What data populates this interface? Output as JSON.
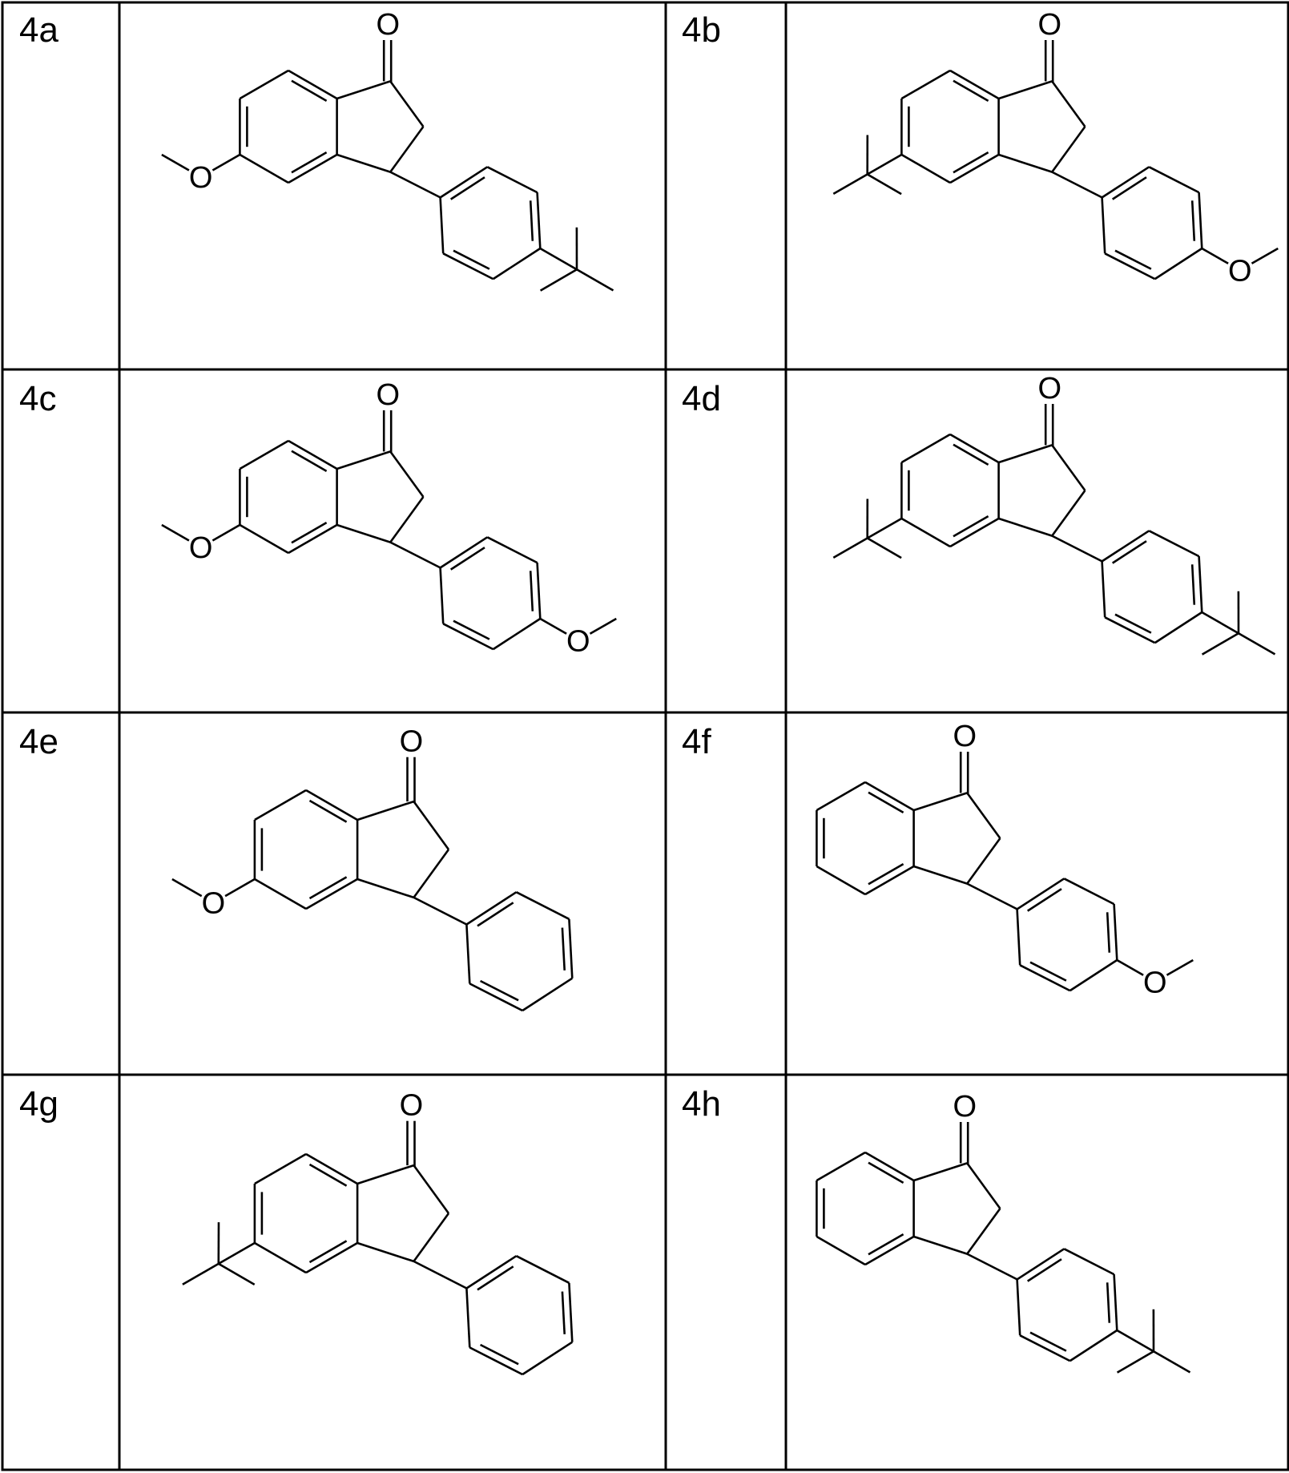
{
  "compounds": [
    {
      "label": "4a",
      "atom_symbol": "O"
    },
    {
      "label": "4b",
      "atom_symbol": "O"
    },
    {
      "label": "4c",
      "atom_symbol": "O"
    },
    {
      "label": "4d",
      "atom_symbol": "O"
    },
    {
      "label": "4e",
      "atom_symbol": "O"
    },
    {
      "label": "4f",
      "atom_symbol": "O"
    },
    {
      "label": "4g",
      "atom_symbol": "O"
    },
    {
      "label": "4h",
      "atom_symbol": "O"
    }
  ]
}
